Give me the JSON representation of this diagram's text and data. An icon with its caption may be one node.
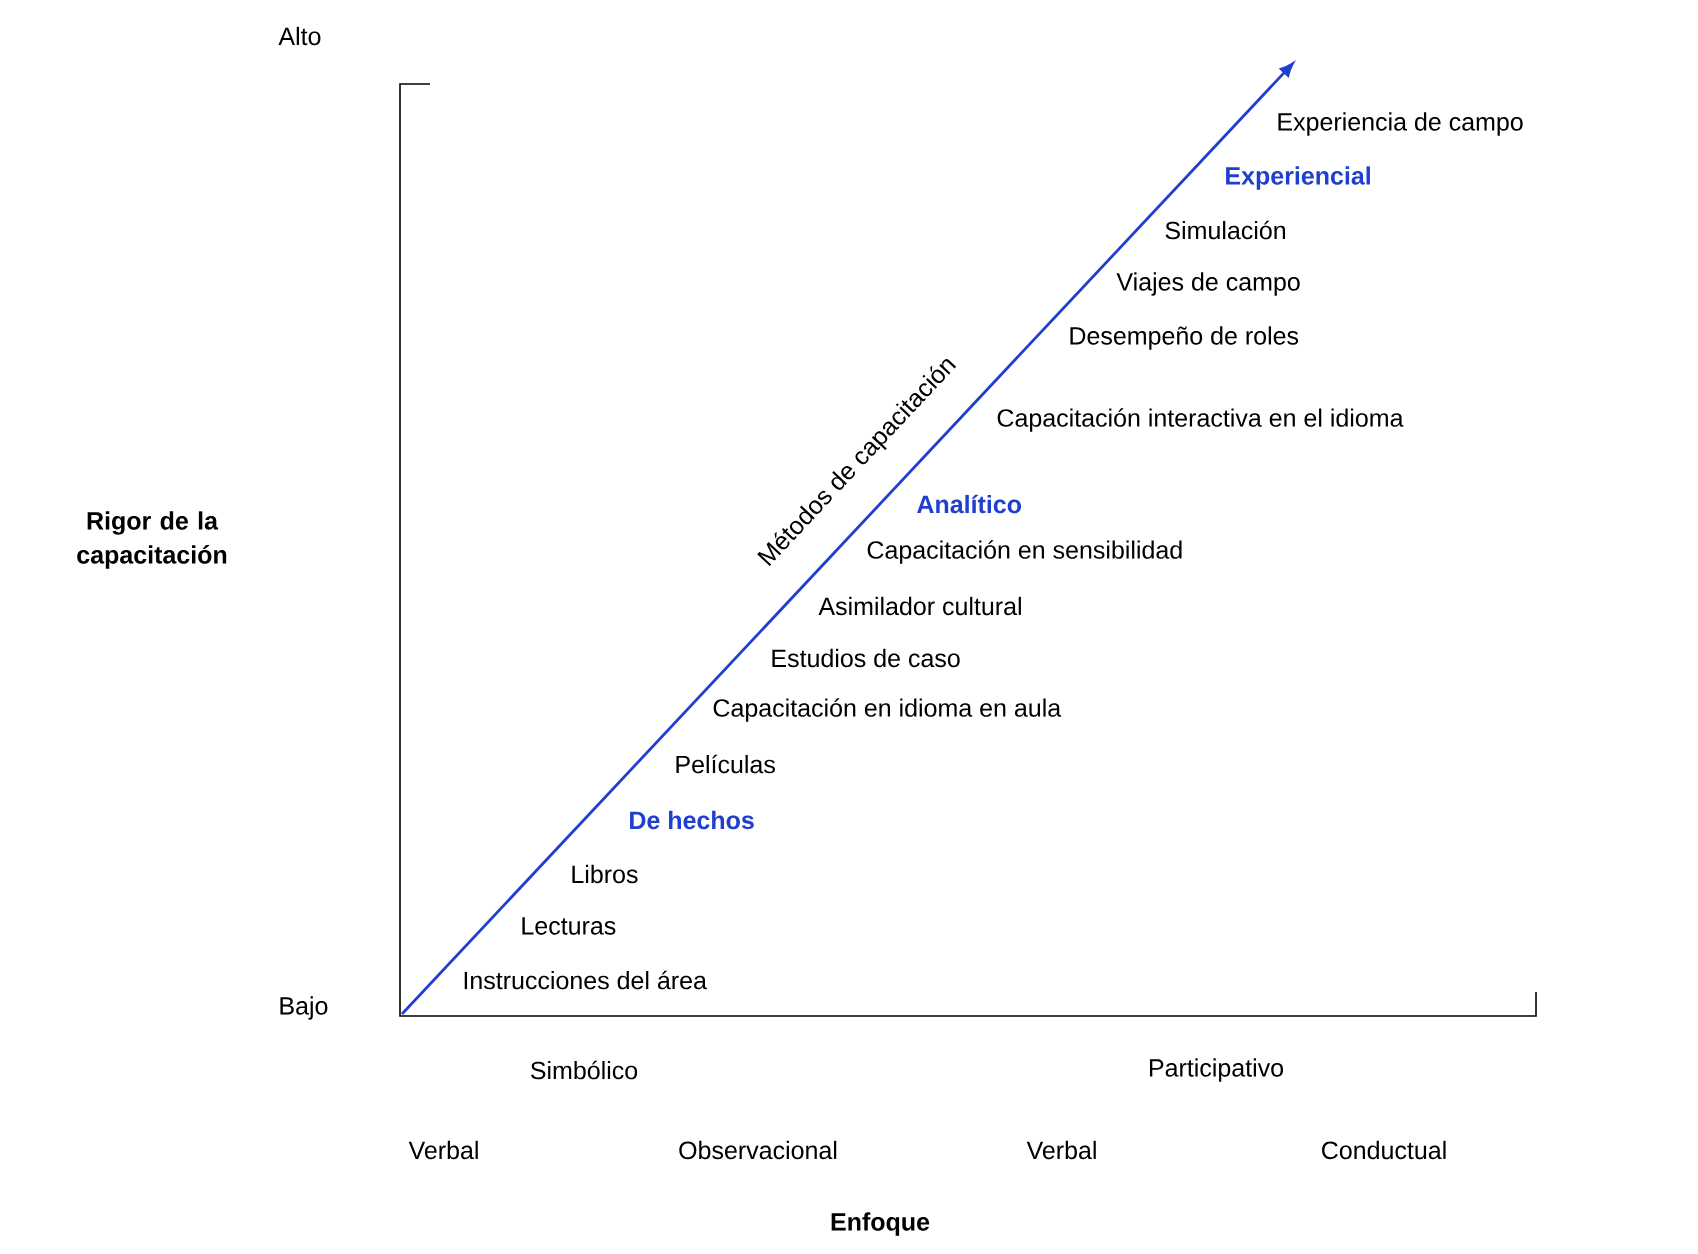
{
  "diagram": {
    "labels": [
      "Alto",
      "Experiencia de campo",
      "Experiencial",
      "Simulación",
      "Viajes de campo",
      "Desempeño de roles",
      "Capacitación interactiva en el idioma",
      "Analítico",
      "Capacitación en sensibilidad",
      "Asimilador cultural",
      "Estudios de caso",
      "Capacitación en idioma en aula",
      "Películas",
      "De hechos",
      "Libros",
      "Lecturas",
      "Instrucciones del área",
      "Rigor de la capacitación",
      "Bajo",
      "Simbólico",
      "Participativo",
      "Verbal",
      "Observacional",
      "Verbal",
      "Conductual",
      "Enfoque",
      "Métodos de capacitación"
    ]
  }
}
